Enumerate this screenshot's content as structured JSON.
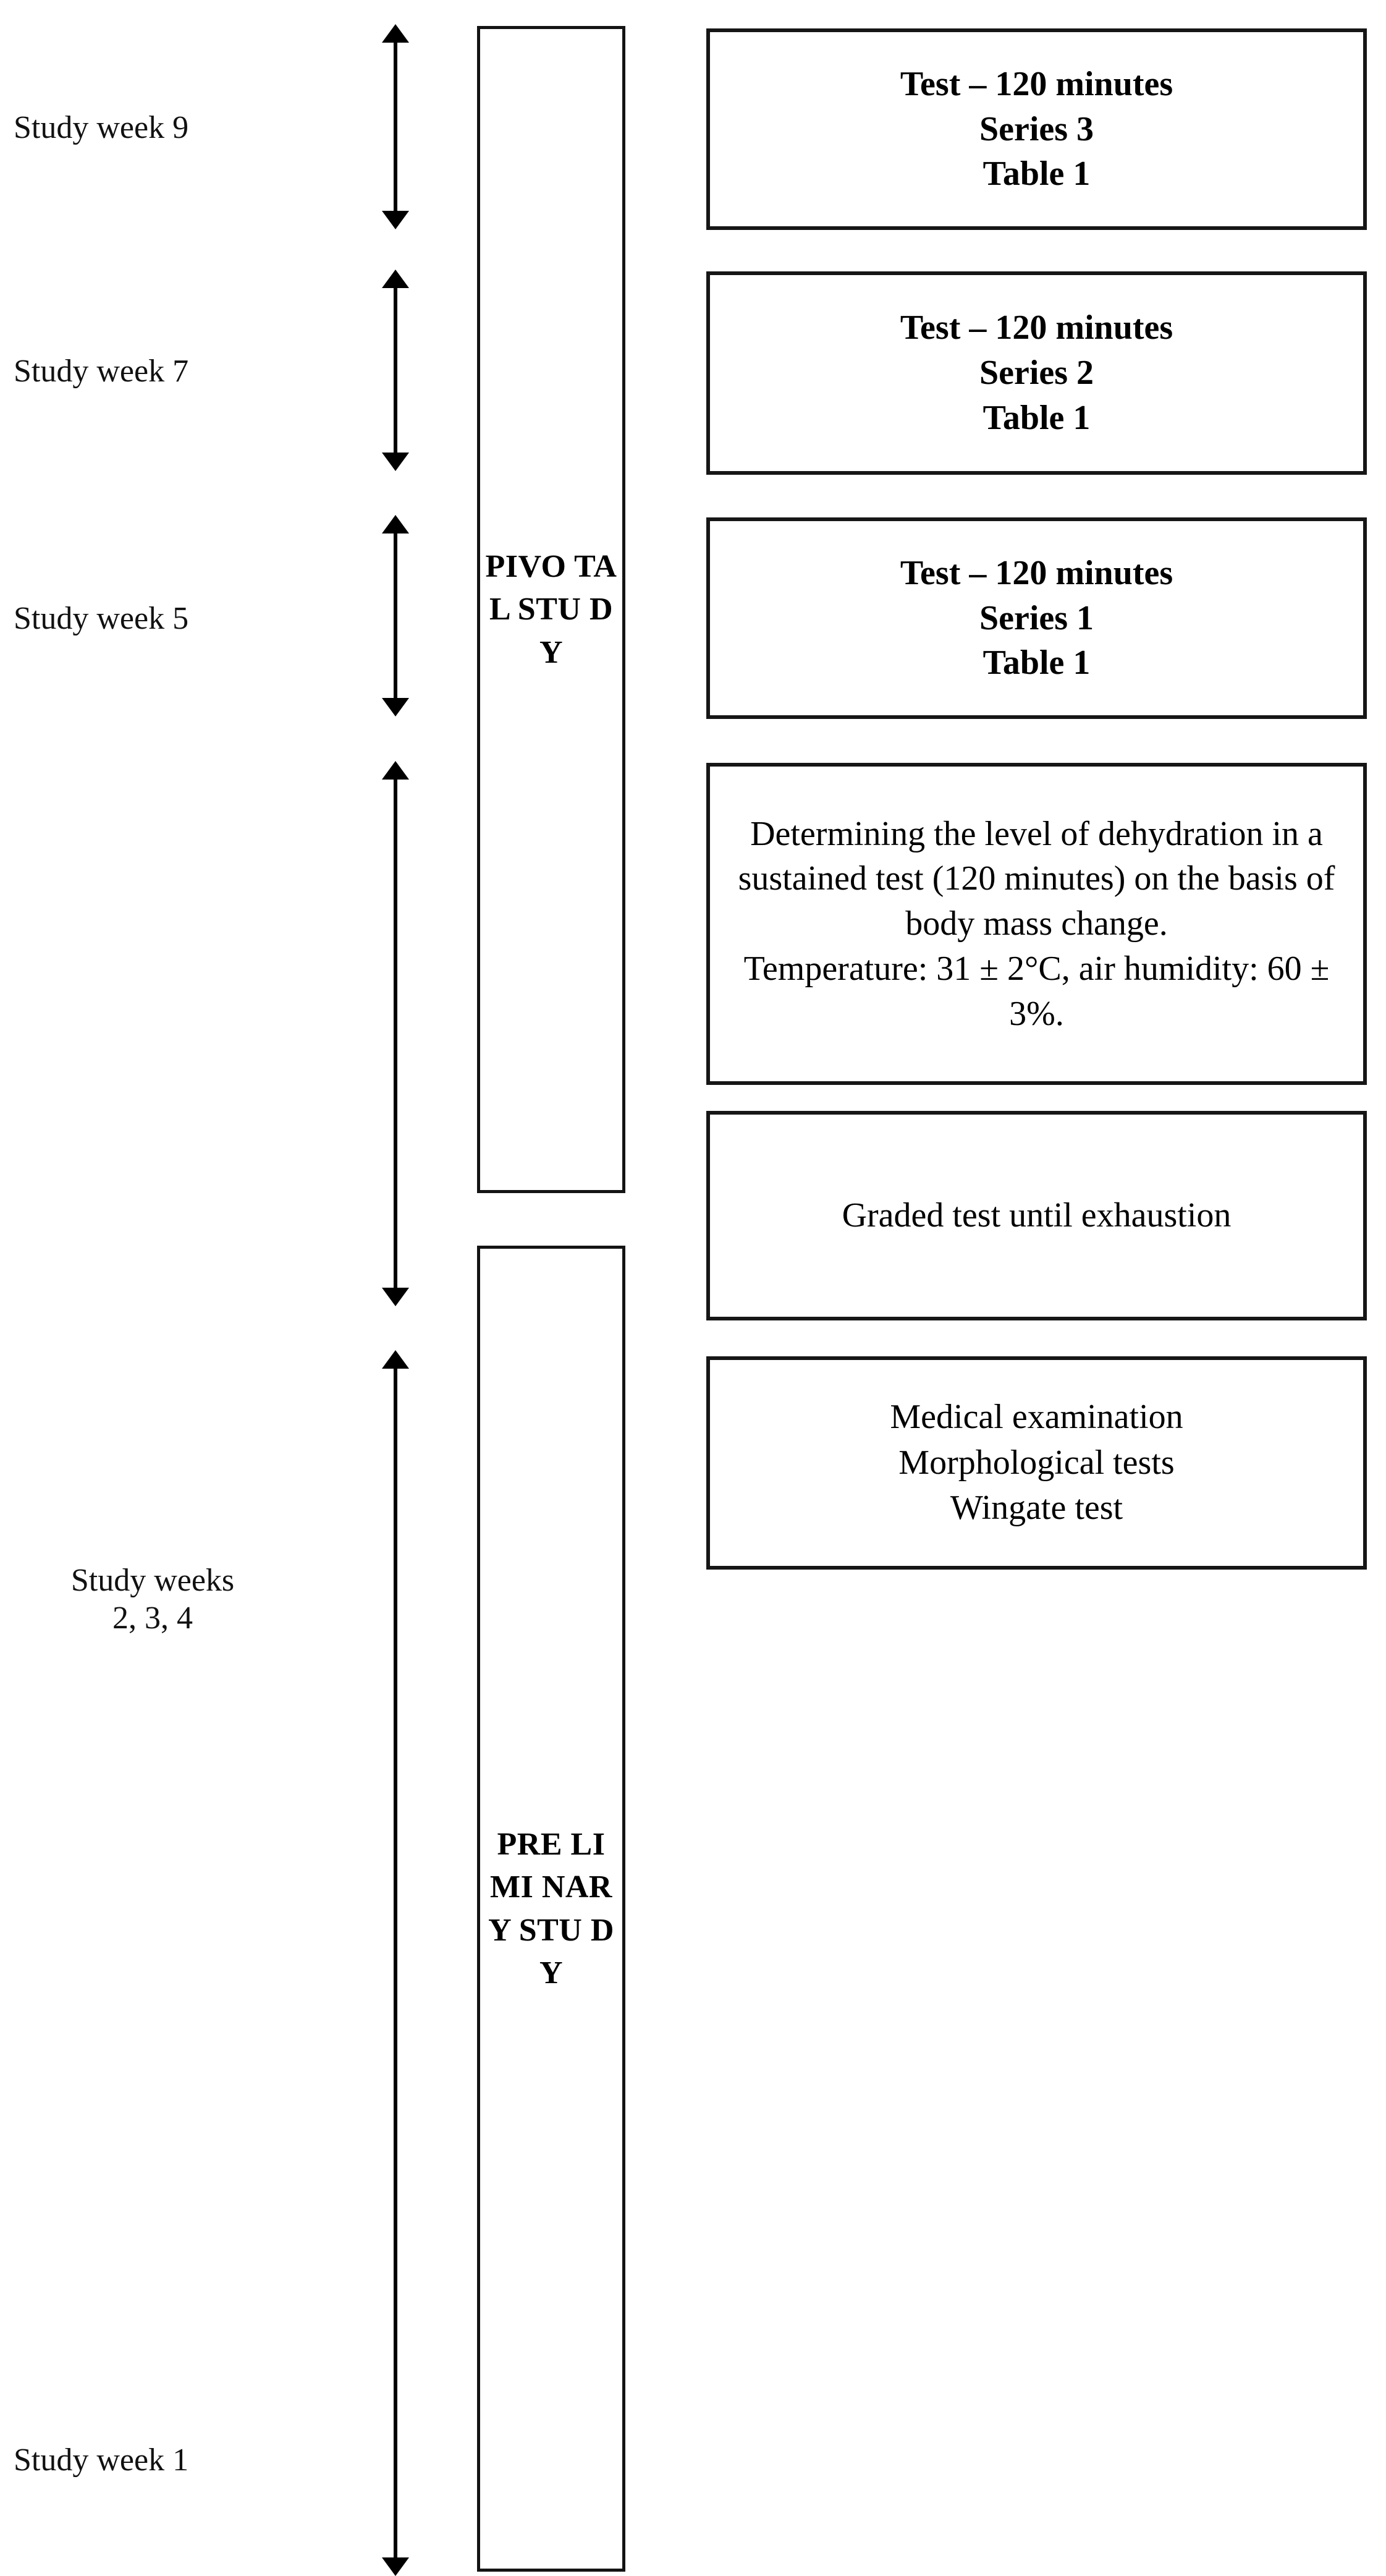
{
  "figure": {
    "title": "Study design timeline flowchart",
    "line_color": "#141414",
    "background": "#ffffff",
    "text_color": "#111111"
  },
  "timeline": {
    "labels": [
      {
        "id": "week-9",
        "text": "Study week 9"
      },
      {
        "id": "week-7",
        "text": "Study week 7"
      },
      {
        "id": "week-5",
        "text": "Study week 5"
      },
      {
        "id": "weeks-2-3-4",
        "text": "Study weeks\n2, 3, 4"
      },
      {
        "id": "week-1",
        "text": "Study week 1"
      }
    ]
  },
  "phases": [
    {
      "id": "pivotal",
      "text": "PIVO\nTAL\nSTU\nDY"
    },
    {
      "id": "preliminary",
      "text": "PRE\nLIMI\nNAR\nY\nSTU\nDY"
    }
  ],
  "content_boxes": [
    {
      "id": "series-3",
      "style": "bold",
      "text": "Test – 120 minutes\nSeries 3\nTable 1"
    },
    {
      "id": "series-2",
      "style": "bold",
      "text": "Test – 120 minutes\nSeries 2\nTable 1"
    },
    {
      "id": "series-1",
      "style": "bold",
      "text": "Test – 120 minutes\nSeries 1\nTable 1"
    },
    {
      "id": "dehydration-assessment",
      "style": "regular",
      "text": "Determining the level of dehydration in a sustained test (120 minutes) on the basis of body mass change.\nTemperature: 31 ± 2°C, air humidity: 60 ± 3%."
    },
    {
      "id": "graded-test",
      "style": "regular",
      "text": "Graded test until exhaustion"
    },
    {
      "id": "baseline-tests",
      "style": "regular",
      "text": "Medical examination\nMorphological tests\nWingate test"
    }
  ],
  "arrows": {
    "icon": "double-headed-vertical-arrow",
    "count": 5
  }
}
